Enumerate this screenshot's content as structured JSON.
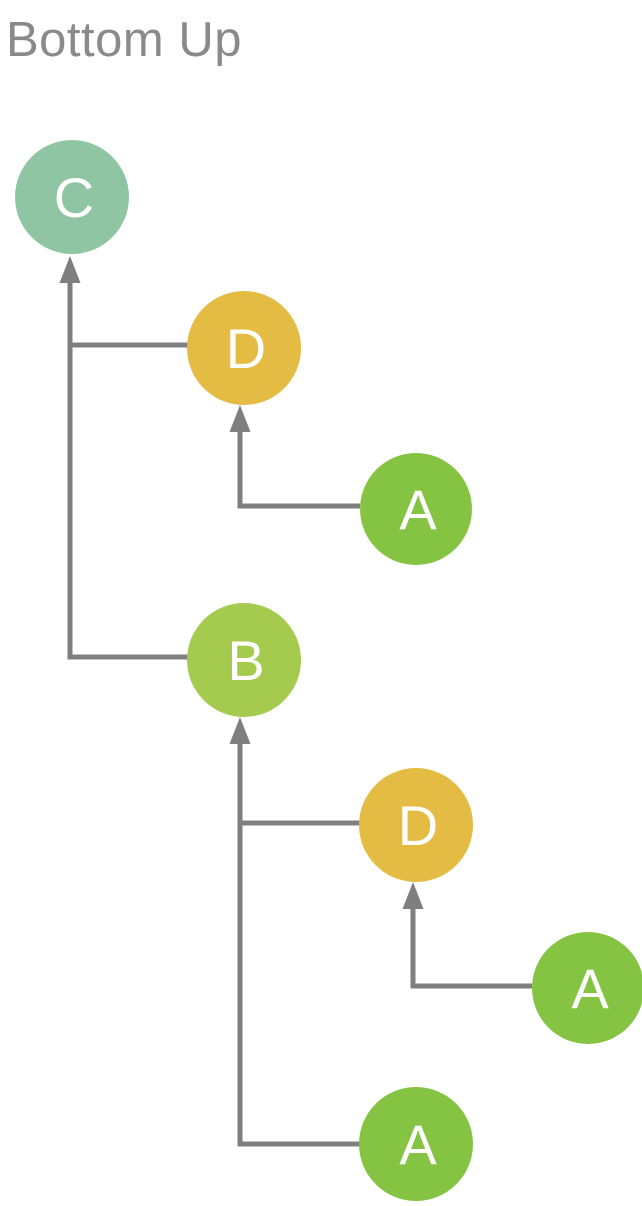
{
  "title": "Bottom Up",
  "colors": {
    "line": "#7f7f7f",
    "title": "#8a8a8a",
    "label": "#ffffff",
    "background": "#ffffff"
  },
  "nodes": [
    {
      "id": "C",
      "label": "C",
      "color": "#8fc5a3"
    },
    {
      "id": "D1",
      "label": "D",
      "color": "#e4bc43"
    },
    {
      "id": "A1",
      "label": "A",
      "color": "#85c442"
    },
    {
      "id": "B",
      "label": "B",
      "color": "#a4ca4e"
    },
    {
      "id": "D2",
      "label": "D",
      "color": "#e4bc43"
    },
    {
      "id": "A2",
      "label": "A",
      "color": "#85c442"
    },
    {
      "id": "A3",
      "label": "A",
      "color": "#85c442"
    }
  ],
  "edges": [
    {
      "from": "D1",
      "to": "C"
    },
    {
      "from": "B",
      "to": "C"
    },
    {
      "from": "A1",
      "to": "D1"
    },
    {
      "from": "D2",
      "to": "B"
    },
    {
      "from": "A3",
      "to": "B"
    },
    {
      "from": "A2",
      "to": "D2"
    }
  ]
}
